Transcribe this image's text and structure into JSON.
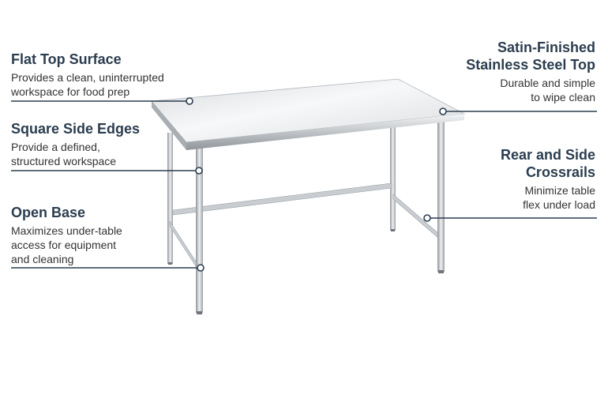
{
  "callouts": {
    "flat_top": {
      "title": "Flat Top Surface",
      "description": "Provides a clean, uninterrupted\nworkspace for food prep"
    },
    "square_edges": {
      "title": "Square Side Edges",
      "description": "Provide a defined,\nstructured workspace"
    },
    "open_base": {
      "title": "Open Base",
      "description": "Maximizes under-table\naccess for equipment\nand cleaning"
    },
    "satin_top": {
      "title": "Satin-Finished\nStainless Steel Top",
      "description": "Durable and simple\nto wipe clean"
    },
    "crossrails": {
      "title": "Rear and Side\nCrossrails",
      "description": "Minimize table\nflex under load"
    }
  },
  "colors": {
    "title_text": "#2b3d4f",
    "leader_line": "#2b3d4f",
    "steel_light": "#f2f3f4",
    "steel_mid": "#c9cdd1",
    "steel_dark": "#8e949a"
  },
  "image": {
    "subject": "stainless-steel-work-table"
  }
}
